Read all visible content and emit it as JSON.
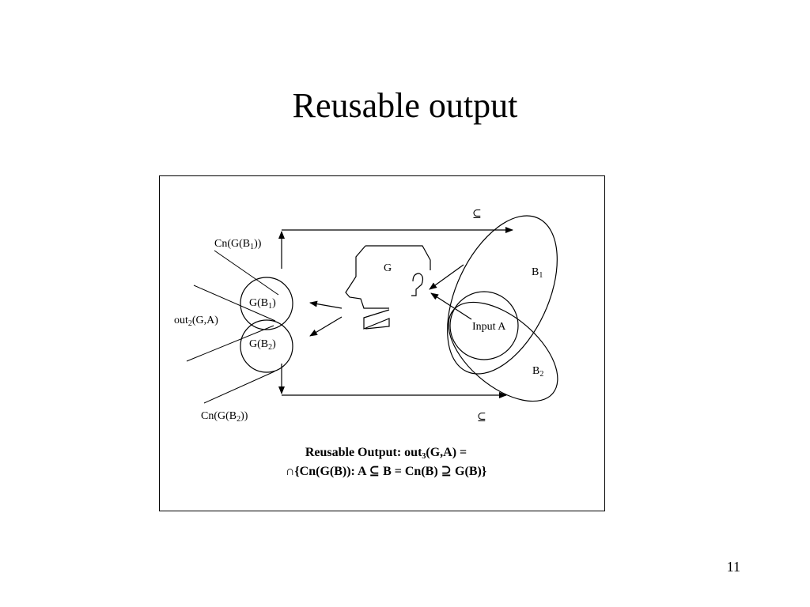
{
  "slide": {
    "title": "Reusable output",
    "page_number": "11"
  },
  "diagram": {
    "labels": {
      "cn_g_b1_pre": "Cn(G(B",
      "cn_g_b1_sub": "1",
      "cn_g_b1_post": "))",
      "cn_g_b2_pre": "Cn(G(B",
      "cn_g_b2_sub": "2",
      "cn_g_b2_post": "))",
      "g_b1_pre": "G(B",
      "g_b1_sub": "1",
      "g_b1_post": ")",
      "g_b2_pre": "G(B",
      "g_b2_sub": "2",
      "g_b2_post": ")",
      "out2_pre": "out",
      "out2_sub": "2",
      "out2_post": "(G,A)",
      "g": "G",
      "b1_pre": "B",
      "b1_sub": "1",
      "b2_pre": "B",
      "b2_sub": "2",
      "input_a": "Input A",
      "subset_top": "⊆",
      "subset_bottom": "⊆"
    },
    "formula": {
      "line1_pre": "Reusable Output: out",
      "line1_sub": "3",
      "line1_post": "(G,A) =",
      "line2": "∩{Cn(G(B)): A ⊆ B = Cn(B)  ⊇ G(B)}"
    }
  }
}
